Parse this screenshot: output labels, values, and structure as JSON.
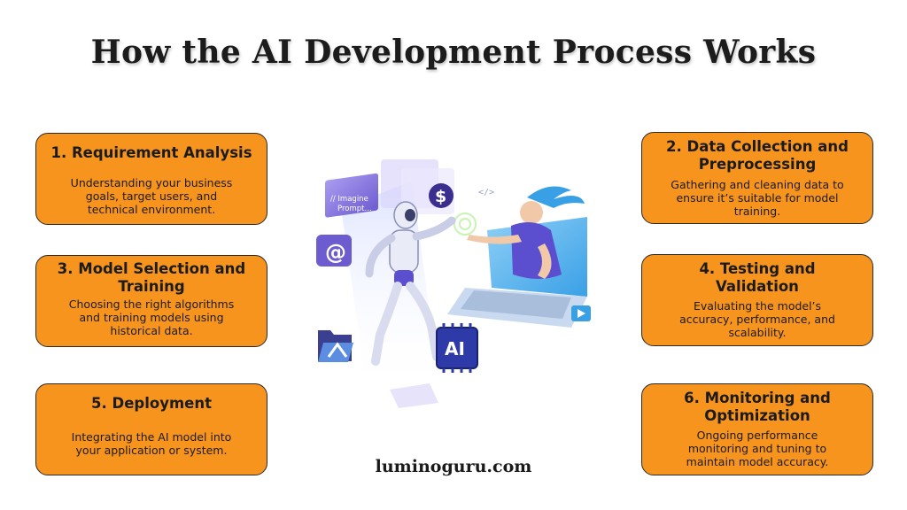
{
  "title": "How the AI Development Process Works",
  "steps": [
    {
      "heading": [
        "1. Requirement Analysis"
      ],
      "body": [
        "Understanding your business",
        "goals, target users, and",
        "technical environment."
      ]
    },
    {
      "heading": [
        "2. Data Collection and",
        "Preprocessing"
      ],
      "body": [
        "Gathering and cleaning data to",
        "ensure it’s suitable for model",
        "training."
      ]
    },
    {
      "heading": [
        "3. Model Selection and",
        "Training"
      ],
      "body": [
        "Choosing the right algorithms",
        "and training models using",
        "historical data."
      ]
    },
    {
      "heading": [
        "4. Testing and",
        "Validation"
      ],
      "body": [
        "Evaluating the model’s",
        "accuracy, performance, and",
        "scalability."
      ]
    },
    {
      "heading": [
        "5. Deployment"
      ],
      "body": [
        "Integrating the AI model into",
        "your application or system."
      ]
    },
    {
      "heading": [
        "6. Monitoring and",
        "Optimization"
      ],
      "body": [
        "Ongoing performance",
        "monitoring and tuning to",
        "maintain model accuracy."
      ]
    }
  ],
  "illustration": {
    "prompt_lines": [
      "// Imagine",
      "Prompt..."
    ],
    "chip_label": "AI",
    "at_symbol": "@",
    "dollar_symbol": "$",
    "code_symbol": "</>"
  },
  "footer": "luminoguru.com",
  "colors": {
    "card": "#f7941d",
    "border": "#2a2a2a",
    "accent_purple": "#6d5bd0",
    "accent_blue": "#3aa0e6"
  }
}
